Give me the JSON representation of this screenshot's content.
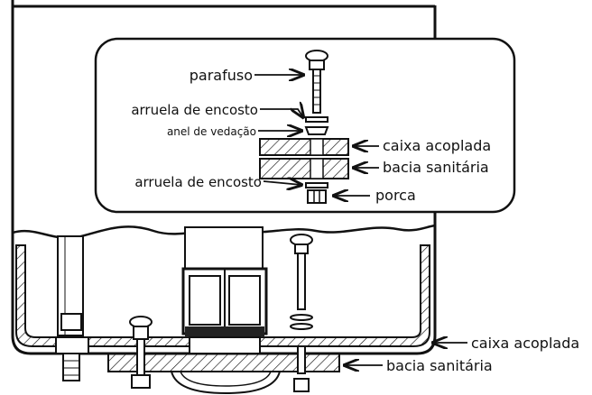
{
  "labels": {
    "parafuso": "parafuso",
    "arruela_encosto_top": "arruela de encosto",
    "anel_vedacao": "anel de vedação",
    "caixa_acoplada_detail": "caixa acoplada",
    "bacia_sanitaria_detail": "bacia sanitária",
    "arruela_encosto_bottom": "arruela de encosto",
    "porca": "porca",
    "caixa_acoplada_main": "caixa acoplada",
    "bacia_sanitaria_main": "bacia sanitária"
  }
}
